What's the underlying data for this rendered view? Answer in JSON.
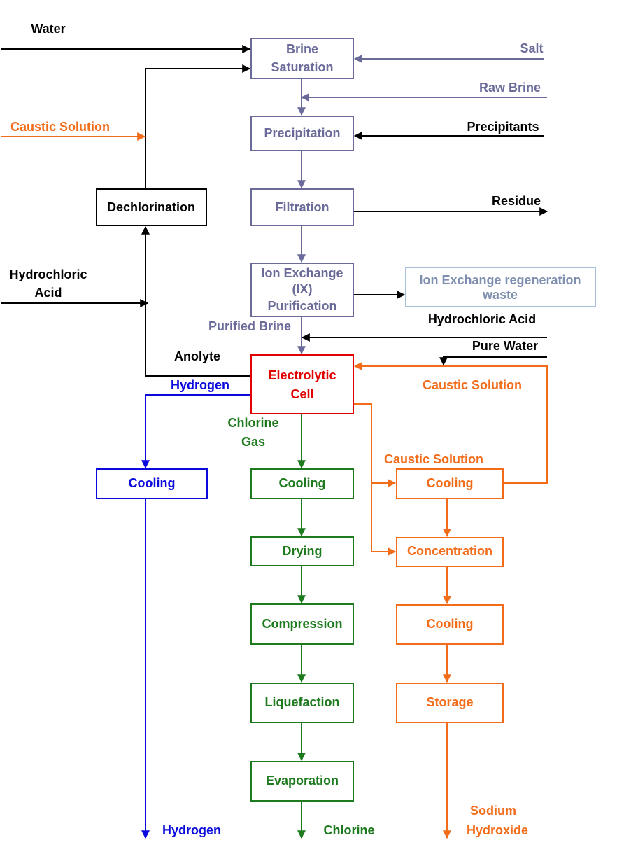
{
  "inputs": {
    "water": "Water",
    "salt": "Salt",
    "raw_brine": "Raw Brine",
    "caustic_solution_left": "Caustic Solution",
    "precipitants": "Precipitants",
    "residue": "Residue",
    "hydrochloric_acid_left_1": "Hydrochloric",
    "hydrochloric_acid_left_2": "Acid",
    "purified_brine": "Purified Brine",
    "hydrochloric_acid_right": "Hydrochloric Acid",
    "pure_water": "Pure Water",
    "anolyte": "Anolyte",
    "caustic_solution_recycle": "Caustic Solution",
    "hydrogen_stream": "Hydrogen",
    "chlorine_gas_1": "Chlorine",
    "chlorine_gas_2": "Gas",
    "caustic_solution_branch": "Caustic Solution"
  },
  "boxes": {
    "brine_saturation_1": "Brine",
    "brine_saturation_2": "Saturation",
    "precipitation": "Precipitation",
    "filtration": "Filtration",
    "ion_exchange_1": "Ion Exchange",
    "ion_exchange_2": "(IX)",
    "ion_exchange_3": "Purification",
    "ix_waste_1": "Ion Exchange regeneration",
    "ix_waste_2": "waste",
    "dechlorination": "Dechlorination",
    "electrolytic_cell_1": "Electrolytic",
    "electrolytic_cell_2": "Cell",
    "hydrogen_cooling": "Cooling",
    "chlorine_cooling": "Cooling",
    "chlorine_drying": "Drying",
    "chlorine_compression": "Compression",
    "chlorine_liquefaction": "Liquefaction",
    "chlorine_evaporation": "Evaporation",
    "caustic_cooling_1": "Cooling",
    "caustic_concentration": "Concentration",
    "caustic_cooling_2": "Cooling",
    "caustic_storage": "Storage"
  },
  "outputs": {
    "hydrogen": "Hydrogen",
    "chlorine": "Chlorine",
    "sodium_hydroxide_1": "Sodium",
    "sodium_hydroxide_2": "Hydroxide"
  },
  "colors": {
    "brine_train": "#6b6b9a",
    "black": "#000000",
    "cell": "#e00000",
    "chlorine": "#1e7a1e",
    "caustic": "#f26c1a",
    "hydrogen": "#0a0adc",
    "ix_waste": "#7f8fb0"
  }
}
